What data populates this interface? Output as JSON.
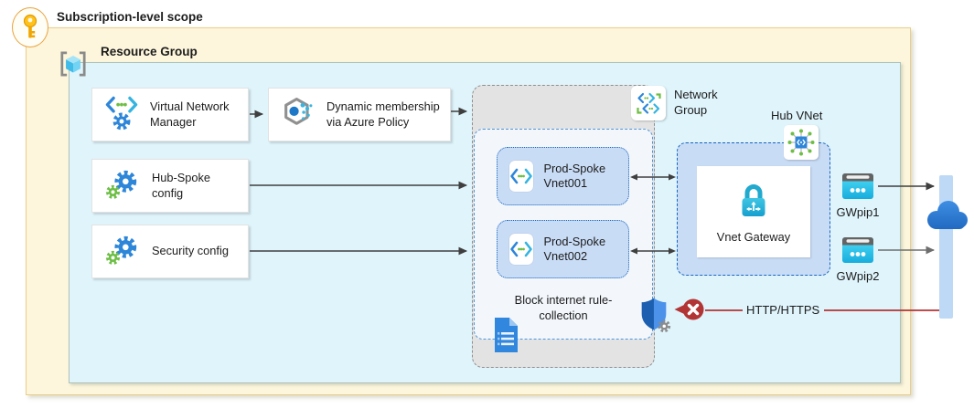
{
  "title": "Subscription-level scope",
  "resource_group": {
    "label": "Resource Group"
  },
  "config_nodes": {
    "virtual_network_manager": "Virtual Network Manager",
    "dynamic_membership": "Dynamic membership via Azure Policy",
    "hub_spoke_config": "Hub-Spoke config",
    "security_config": "Security config"
  },
  "network_group": {
    "label": "Network Group",
    "spokes": [
      "Prod-Spoke Vnet001",
      "Prod-Spoke Vnet002"
    ],
    "rule_collection_label": "Block internet rule-collection"
  },
  "hub": {
    "label": "Hub VNet",
    "gateway_label": "Vnet Gateway",
    "public_ips": [
      "GWpip1",
      "GWpip2"
    ]
  },
  "blocked_traffic_label": "HTTP/HTTPS",
  "icons": {
    "key-icon": "subscription key inside orange ellipse",
    "resource-group-icon": "cyan cube in gray brackets",
    "virtual-network-manager-icon": "blue chevrons with green dots and blue gear",
    "azure-policy-icon": "gray hexagon with blue and cyan dots",
    "gears-icon": "blue gear with small green gear",
    "network-group-icon": "double vnet chevrons with green brackets",
    "virtual-network-icon": "blue chevrons with green dots",
    "hub-vnet-icon": "blue square with chevrons and green peering dots",
    "vpn-gateway-lock-icon": "cyan padlock with white routing arrows",
    "public-ip-icon": "cyan box with gray header and three white dots",
    "rule-collection-document-icon": "blue document with list lines",
    "firewall-policy-shield-icon": "two-tone blue shield with gray gear",
    "blocked-x-icon": "dark red circle with white X",
    "internet-cloud-icon": "blue cloud on light blue bar"
  },
  "colors": {
    "subscription_fill": "#FDF6DC",
    "subscription_border": "#E9CF87",
    "resource_group_fill": "#DFF4FB",
    "network_group_fill": "#E3E3E3",
    "inner_group_fill": "#F3F7FC",
    "spoke_fill": "#C9DCF6",
    "spoke_border": "#1565C0",
    "accent_blue": "#2E86D9",
    "accent_green": "#6DBE45",
    "arrow_dark": "#3F3F3F",
    "blocked_red": "#B23434",
    "internet_bar": "#BED9F5",
    "cloud_blue": "#2D7BD4"
  }
}
